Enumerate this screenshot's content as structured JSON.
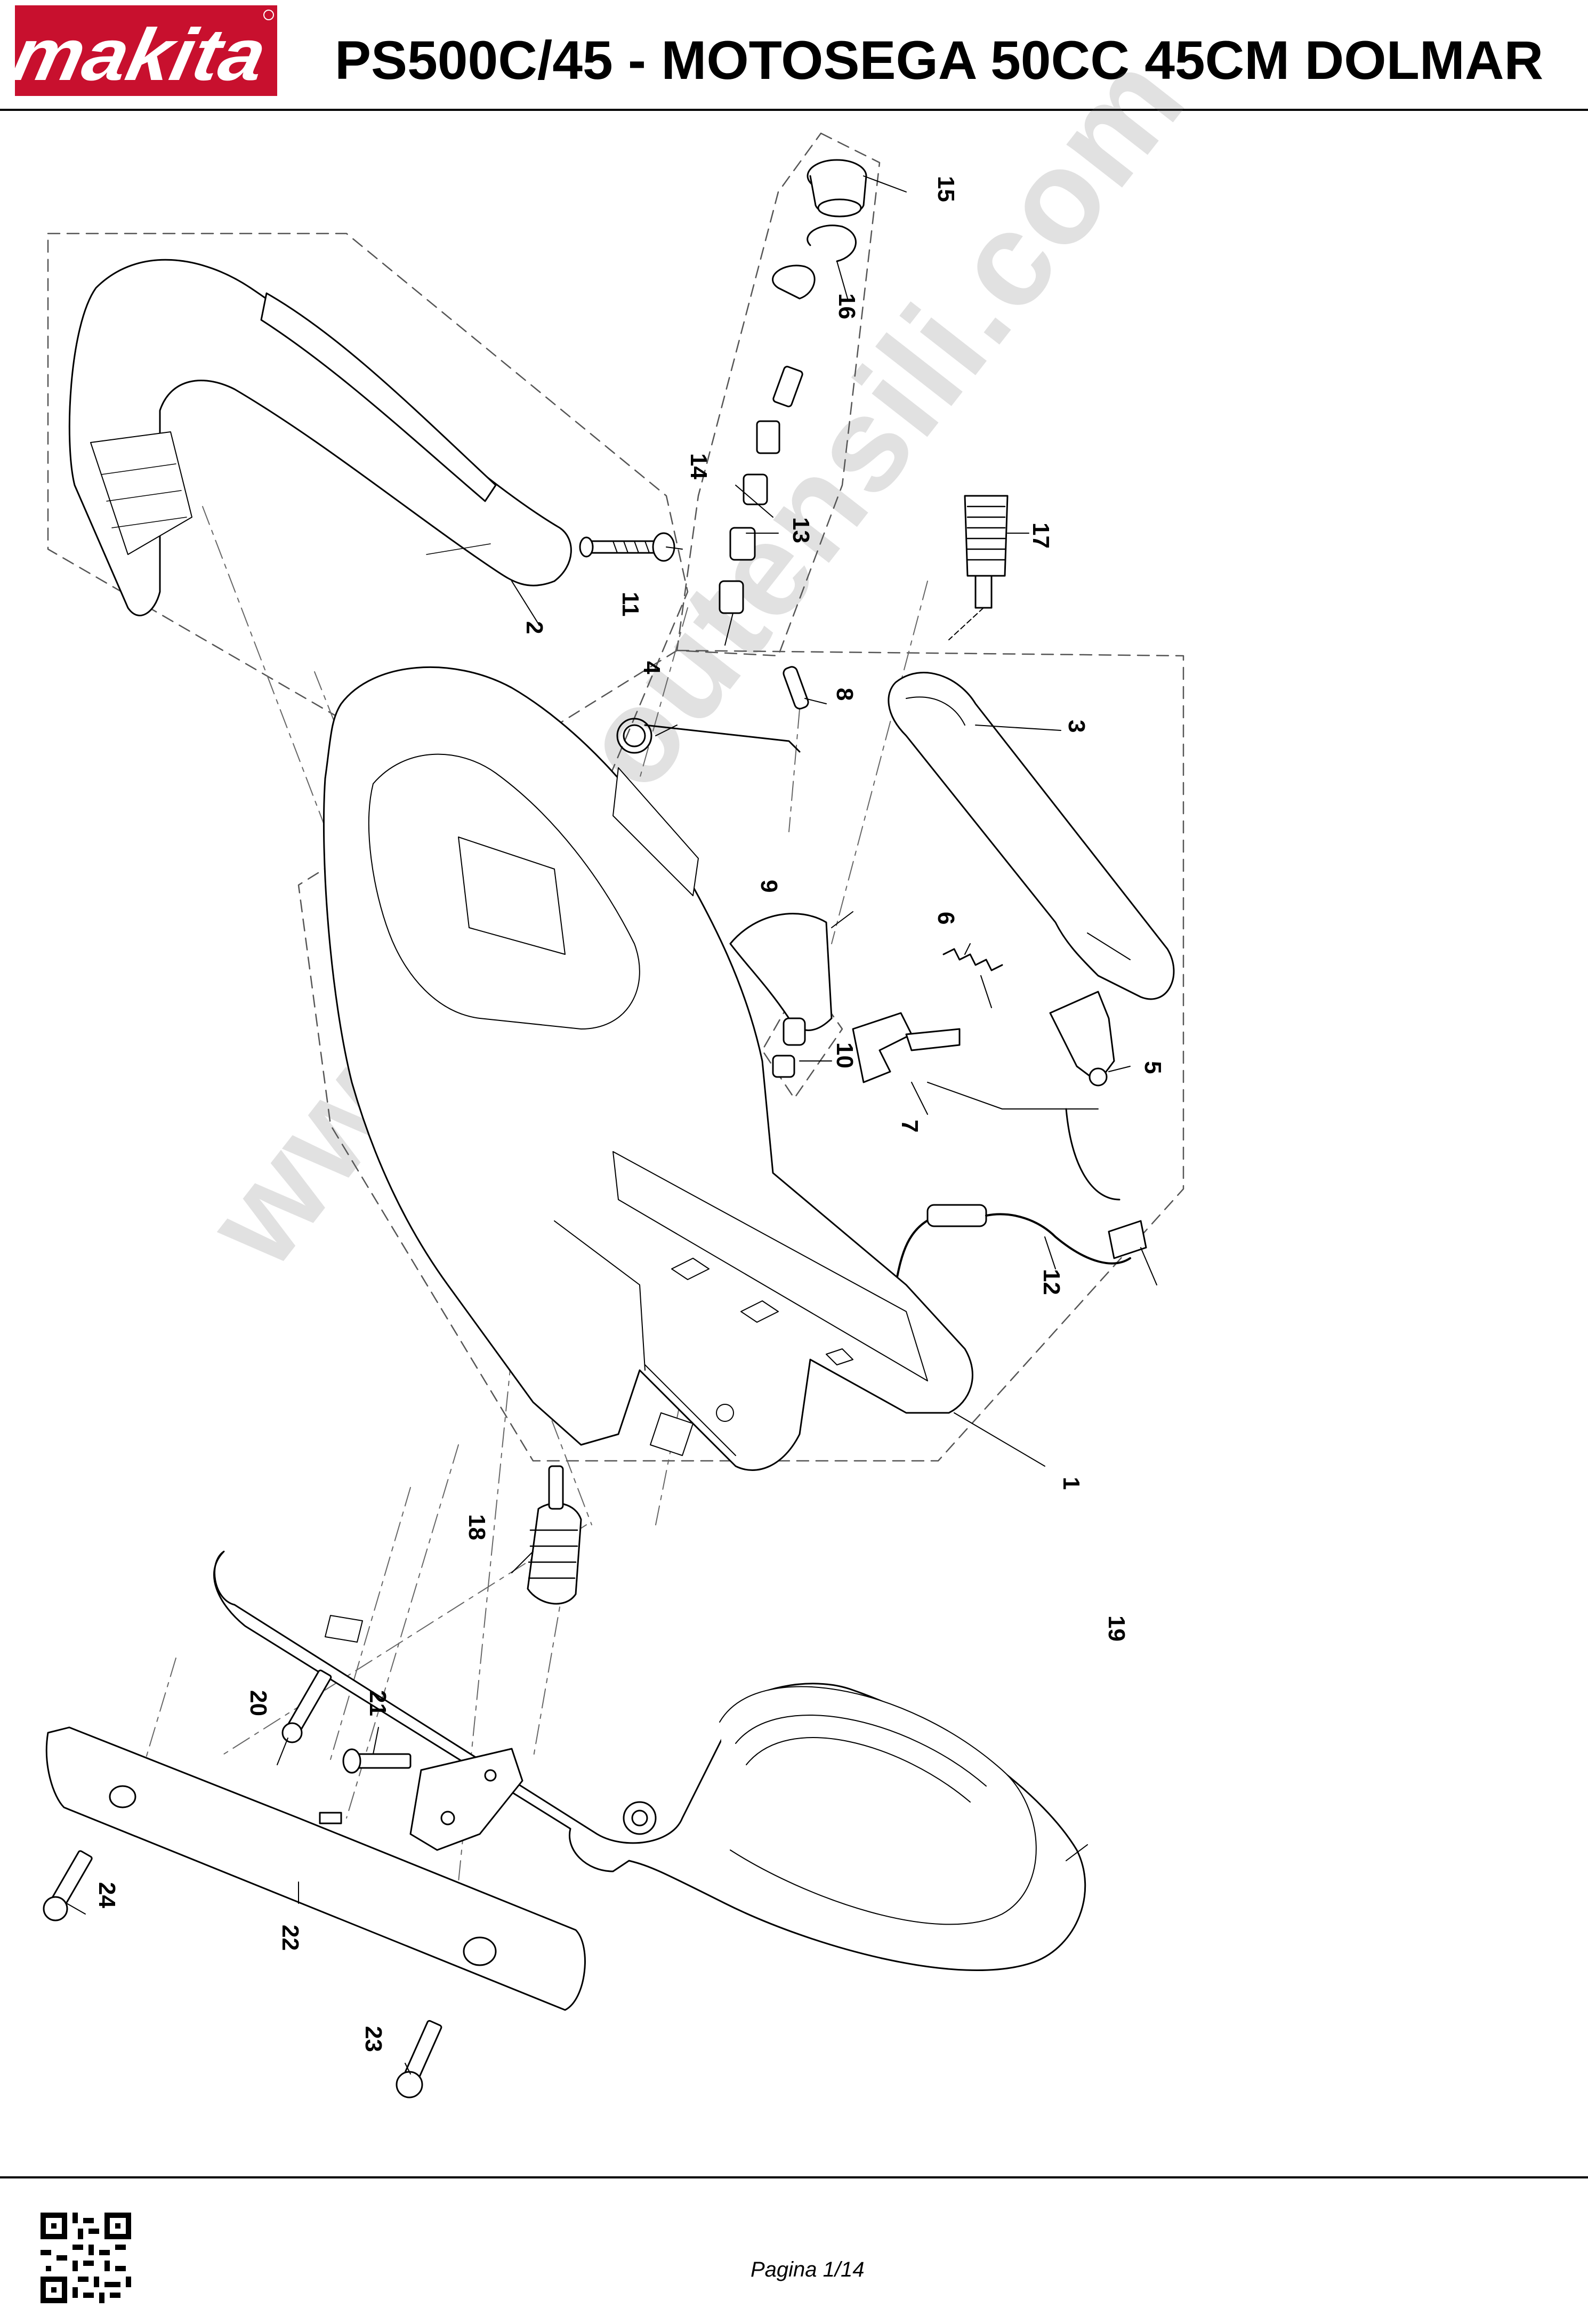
{
  "header": {
    "brand": "makita",
    "title": "PS500C/45 - MOTOSEGA 50CC 45CM DOLMAR",
    "brand_color": "#c8102e"
  },
  "diagram": {
    "callouts": [
      {
        "id": "c1",
        "label": "1"
      },
      {
        "id": "c2",
        "label": "2"
      },
      {
        "id": "c3",
        "label": "3"
      },
      {
        "id": "c4",
        "label": "4"
      },
      {
        "id": "c5",
        "label": "5"
      },
      {
        "id": "c6",
        "label": "6"
      },
      {
        "id": "c7",
        "label": "7"
      },
      {
        "id": "c8",
        "label": "8"
      },
      {
        "id": "c9",
        "label": "9"
      },
      {
        "id": "c10",
        "label": "10"
      },
      {
        "id": "c11",
        "label": "11"
      },
      {
        "id": "c12",
        "label": "12"
      },
      {
        "id": "c13",
        "label": "13"
      },
      {
        "id": "c14",
        "label": "14"
      },
      {
        "id": "c15",
        "label": "15"
      },
      {
        "id": "c16",
        "label": "16"
      },
      {
        "id": "c17",
        "label": "17"
      },
      {
        "id": "c18",
        "label": "18"
      },
      {
        "id": "c19",
        "label": "19"
      },
      {
        "id": "c20",
        "label": "20"
      },
      {
        "id": "c21",
        "label": "21"
      },
      {
        "id": "c22",
        "label": "22"
      },
      {
        "id": "c23",
        "label": "23"
      },
      {
        "id": "c24",
        "label": "24"
      }
    ]
  },
  "watermark": "www.bricoutensili.com",
  "footer": {
    "page": "Pagina 1/14"
  }
}
